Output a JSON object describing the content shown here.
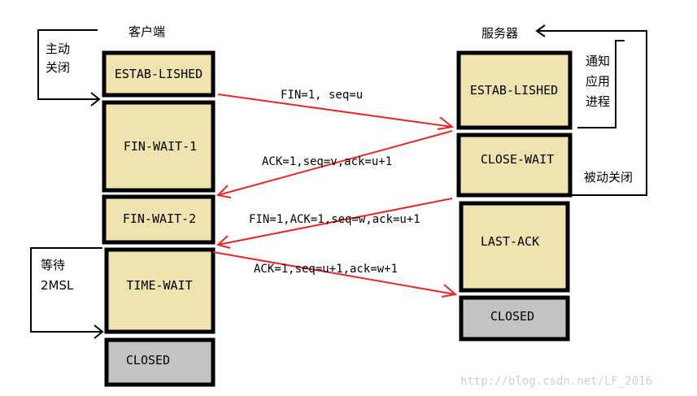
{
  "client": {
    "title": "客户端",
    "note_active_close": [
      "主动",
      "关闭"
    ],
    "note_wait": [
      "等待",
      "2MSL"
    ],
    "states": [
      "ESTAB-LISHED",
      "FIN-WAIT-1",
      "FIN-WAIT-2",
      "TIME-WAIT",
      "CLOSED"
    ]
  },
  "server": {
    "title": "服务器",
    "note_notify": [
      "通知",
      "应用",
      "进程"
    ],
    "note_passive_close": "被动关闭",
    "states": [
      "ESTAB-LISHED",
      "CLOSE-WAIT",
      "LAST-ACK",
      "CLOSED"
    ]
  },
  "messages": [
    "FIN=1, seq=u",
    "ACK=1,seq=v,ack=u+1",
    "FIN=1,ACK=1,seq=w,ack=u+1",
    "ACK=1,seq=u+1,ack=w+1"
  ],
  "watermark": "http://blog.csdn.net/LF_2016",
  "colors": {
    "state_fill": "#efe4b0",
    "closed_fill": "#c3c3c3",
    "arrow": "#e8262a"
  }
}
